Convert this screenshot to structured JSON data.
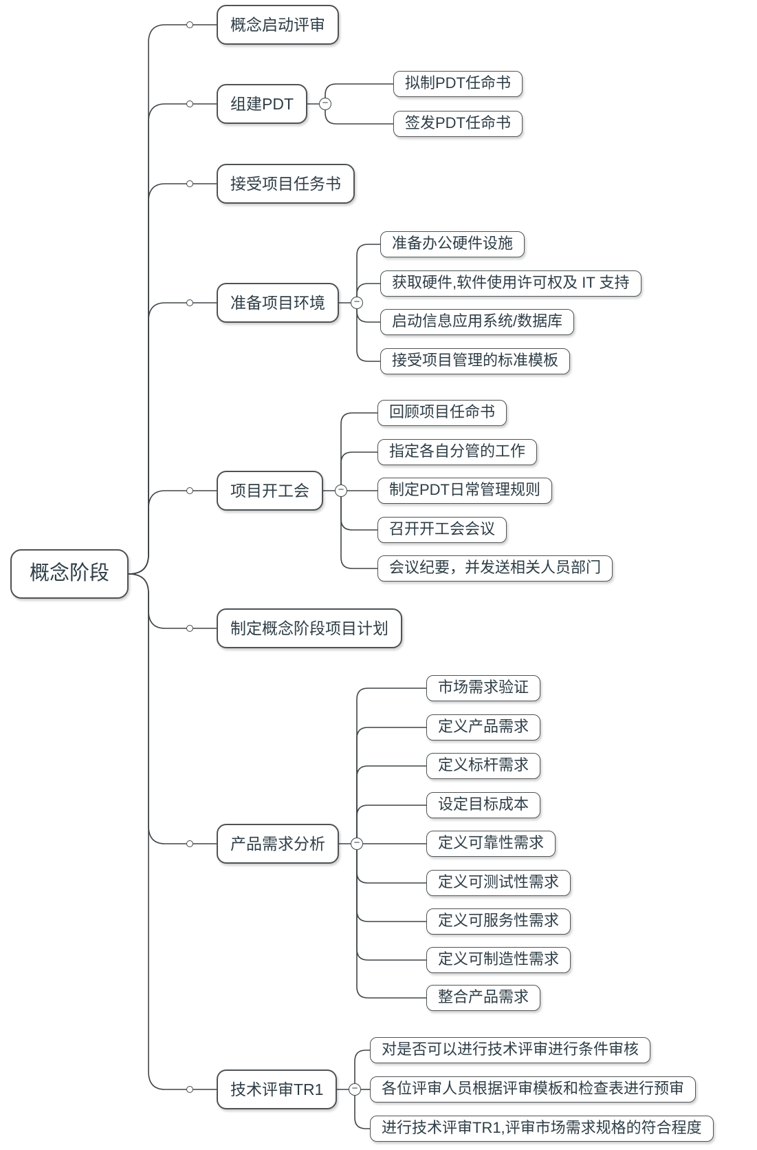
{
  "style": {
    "text": "#2e3d46",
    "border": "#4e5254",
    "line": "#3f4446",
    "bg": "#ffffff"
  },
  "icons": {
    "collapse_button": "−",
    "branch_dot": "○"
  },
  "tree": {
    "label": "概念阶段",
    "children": [
      {
        "label": "概念启动评审",
        "children": []
      },
      {
        "label": "组建PDT",
        "children": [
          {
            "label": "拟制PDT任命书"
          },
          {
            "label": "签发PDT任命书"
          }
        ]
      },
      {
        "label": "接受项目任务书",
        "children": []
      },
      {
        "label": "准备项目环境",
        "children": [
          {
            "label": "准备办公硬件设施"
          },
          {
            "label": "获取硬件,软件使用许可权及 IT 支持"
          },
          {
            "label": "启动信息应用系统/数据库"
          },
          {
            "label": "接受项目管理的标准模板"
          }
        ]
      },
      {
        "label": "项目开工会",
        "children": [
          {
            "label": "回顾项目任命书"
          },
          {
            "label": "指定各自分管的工作"
          },
          {
            "label": "制定PDT日常管理规则"
          },
          {
            "label": "召开开工会会议"
          },
          {
            "label": "会议纪要，并发送相关人员部门"
          }
        ]
      },
      {
        "label": "制定概念阶段项目计划",
        "children": []
      },
      {
        "label": "产品需求分析",
        "children": [
          {
            "label": "市场需求验证"
          },
          {
            "label": "定义产品需求"
          },
          {
            "label": "定义标杆需求"
          },
          {
            "label": "设定目标成本"
          },
          {
            "label": "定义可靠性需求"
          },
          {
            "label": "定义可测试性需求"
          },
          {
            "label": "定义可服务性需求"
          },
          {
            "label": "定义可制造性需求"
          },
          {
            "label": "整合产品需求"
          }
        ]
      },
      {
        "label": "技术评审TR1",
        "children": [
          {
            "label": "对是否可以进行技术评审进行条件审核"
          },
          {
            "label": "各位评审人员根据评审模板和检查表进行预审"
          },
          {
            "label": "进行技术评审TR1,评审市场需求规格的符合程度"
          }
        ]
      }
    ]
  }
}
